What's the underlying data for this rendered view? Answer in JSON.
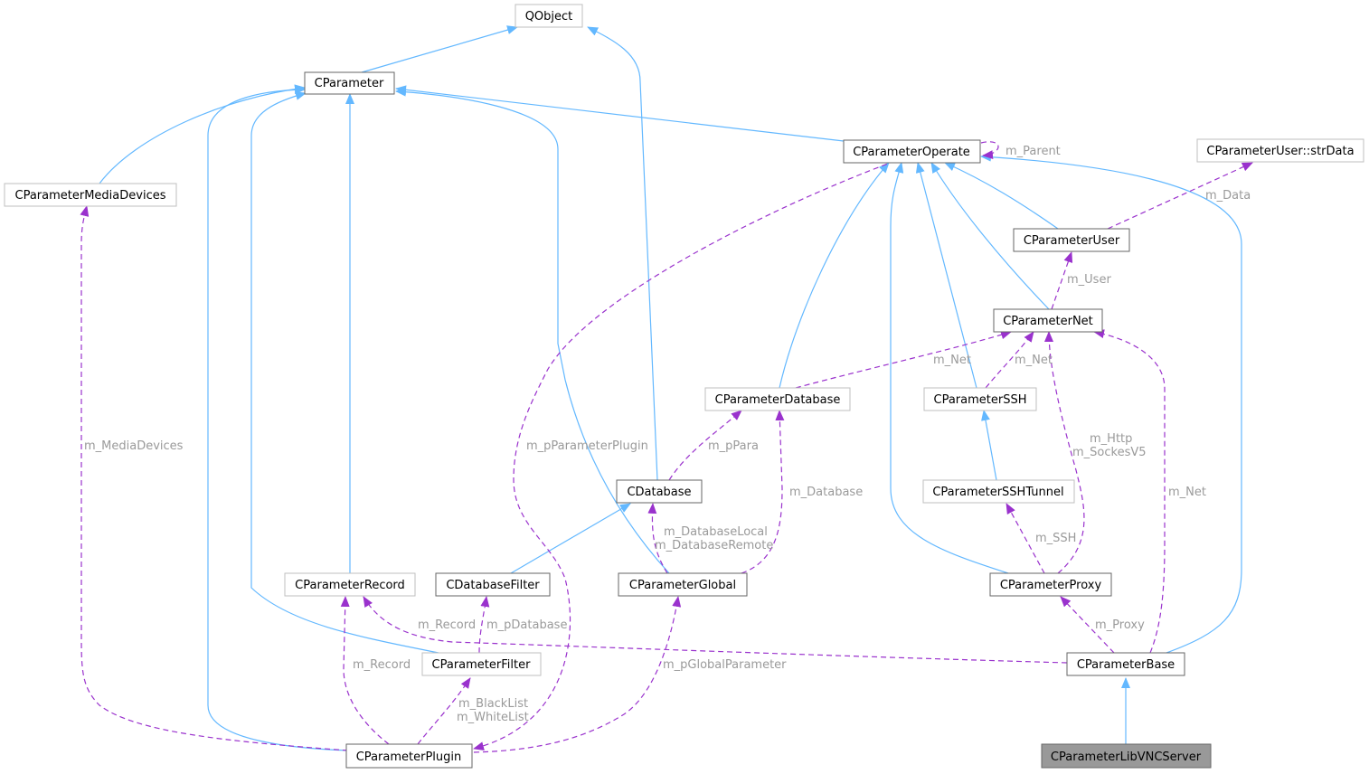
{
  "diagram": {
    "nodes": {
      "qobject": "QObject",
      "cparameter": "CParameter",
      "cparameter_operate": "CParameterOperate",
      "cparameter_user_strdata": "CParameterUser::strData",
      "cparameter_media_devices": "CParameterMediaDevices",
      "cparameter_user": "CParameterUser",
      "cparameter_net": "CParameterNet",
      "cparameter_database": "CParameterDatabase",
      "cparameter_ssh": "CParameterSSH",
      "cdatabase": "CDatabase",
      "cparameter_ssh_tunnel": "CParameterSSHTunnel",
      "cparameter_record": "CParameterRecord",
      "cdatabase_filter": "CDatabaseFilter",
      "cparameter_global": "CParameterGlobal",
      "cparameter_proxy": "CParameterProxy",
      "cparameter_filter": "CParameterFilter",
      "cparameter_base": "CParameterBase",
      "cparameter_plugin": "CParameterPlugin",
      "cparameter_libvnc_server": "CParameterLibVNCServer"
    },
    "edge_labels": {
      "m_parent": "m_Parent",
      "m_data": "m_Data",
      "m_user": "m_User",
      "m_net_database": "m_Net",
      "m_net_ssh": "m_Net",
      "m_media_devices": "m_MediaDevices",
      "m_pparameter_plugin": "m_pParameterPlugin",
      "m_ppara": "m_pPara",
      "m_database": "m_Database",
      "m_http": "m_Http",
      "m_sockesv5": "m_SockesV5",
      "m_net_base": "m_Net",
      "m_database_local": "m_DatabaseLocal",
      "m_database_remote": "m_DatabaseRemote",
      "m_ssh": "m_SSH",
      "m_record_base": "m_Record",
      "m_pdatabase": "m_pDatabase",
      "m_proxy": "m_Proxy",
      "m_record_plugin": "m_Record",
      "m_pglobal_parameter": "m_pGlobalParameter",
      "m_black_list": "m_BlackList",
      "m_white_list": "m_WhiteList"
    },
    "colors": {
      "inheritance_edge": "#63b8ff",
      "usage_edge": "#9a32cd",
      "edge_label": "#9a9a9a",
      "focus_node_fill": "#999999"
    }
  }
}
